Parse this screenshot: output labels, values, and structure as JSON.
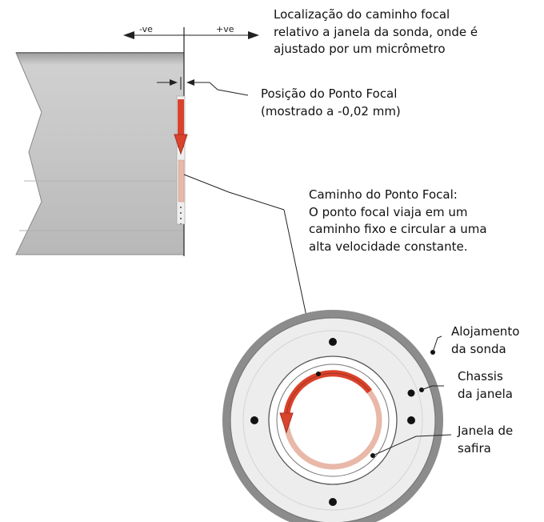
{
  "axis": {
    "negative_label": "-ve",
    "positive_label": "+ve"
  },
  "labels": {
    "focal_path_location": [
      "Localização do caminho focal",
      "relativo a janela da sonda, onde é",
      "ajustado por um micrômetro"
    ],
    "focal_point_position": [
      "Posição do Ponto Focal",
      "(mostrado a -0,02 mm)"
    ],
    "focal_point_path": [
      "Caminho do Ponto Focal:",
      "O ponto focal viaja em um",
      "caminho fixo e circular a uma",
      "alta velocidade constante."
    ],
    "probe_housing": [
      "Alojamento",
      "da sonda"
    ],
    "window_chassis": [
      "Chassis",
      "da janela"
    ],
    "sapphire_window": [
      "Janela de",
      "safira"
    ]
  },
  "colors": {
    "focal_path_red": "#d9432c",
    "focal_path_pink": "#e8b8a8",
    "probe_gray": "#c8c8c8",
    "housing_gray": "#8c8c8c"
  }
}
